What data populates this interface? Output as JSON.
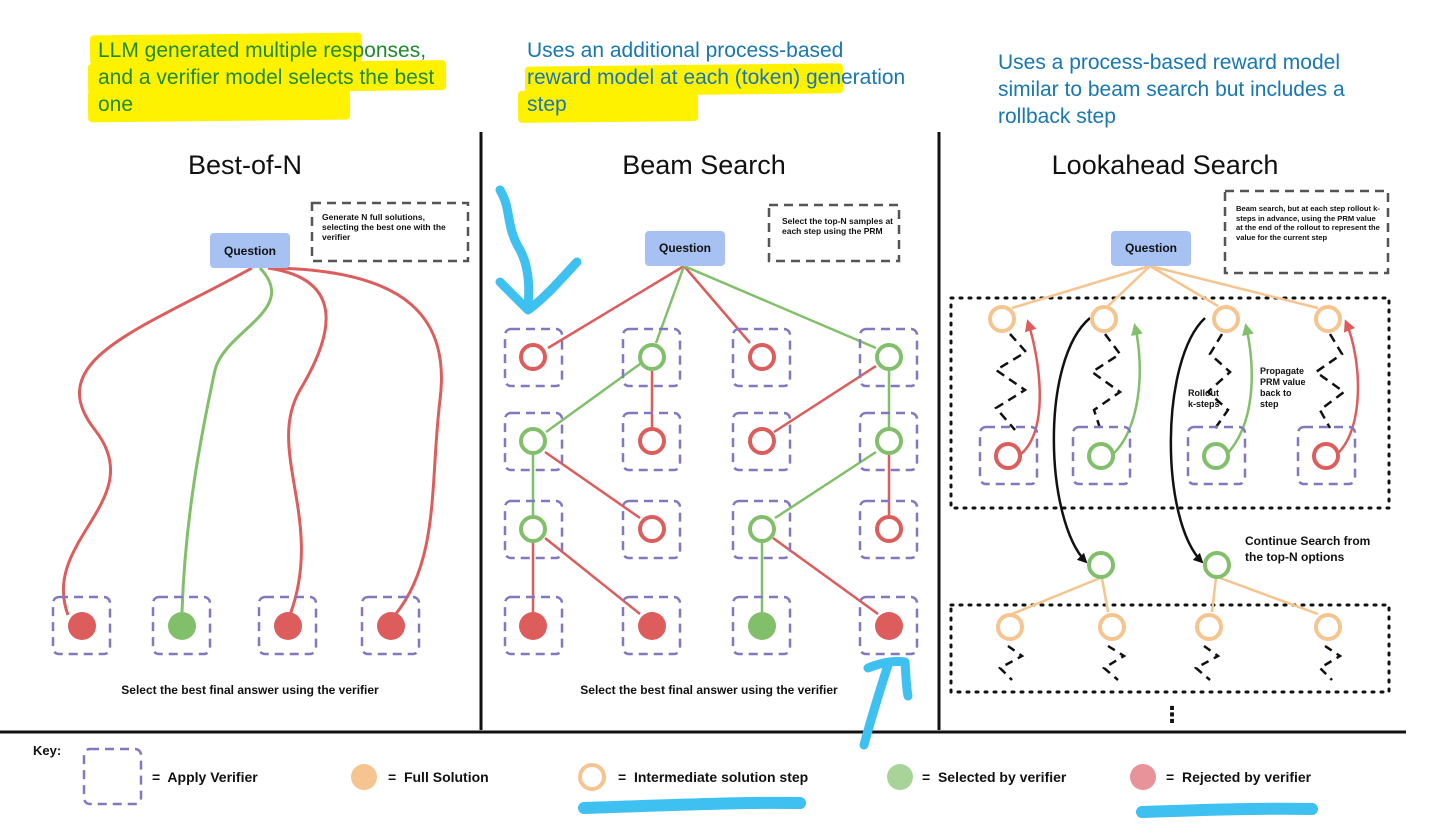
{
  "annotations": {
    "best_of_n_note": "LLM generated multiple responses, and a verifier model selects the best one",
    "beam_note": "Uses an additional process-based reward model at each (token) generation step",
    "lookahead_note": "Uses a process-based reward model similar to beam search but includes a rollback step"
  },
  "panels": {
    "best_of_n": {
      "title": "Best-of-N",
      "question": "Question",
      "note": "Generate N full solutions, selecting the best one with the verifier",
      "footer": "Select the best final answer using the verifier"
    },
    "beam_search": {
      "title": "Beam Search",
      "question": "Question",
      "note": "Select the top-N samples at each step using the PRM",
      "footer": "Select the best final answer using the verifier"
    },
    "lookahead": {
      "title": "Lookahead Search",
      "question": "Question",
      "note": "Beam search, but at each step rollout k-steps in advance, using the PRM value at the end of the rollout to represent the value for the current step",
      "rollout_label": "Rollout k-steps",
      "propagate_label": "Propagate PRM value back to step",
      "continue_label": "Continue Search from the top-N options",
      "ellipsis": "⋮"
    }
  },
  "key": {
    "title": "Key:",
    "items": [
      {
        "label": "=  Apply Verifier"
      },
      {
        "label": "=  Full Solution"
      },
      {
        "label": "=  Intermediate solution step"
      },
      {
        "label": "=  Selected by verifier"
      },
      {
        "label": "=  Rejected by verifier"
      }
    ]
  },
  "colors": {
    "green": "#82bf6a",
    "red": "#dd5c5c",
    "orange": "#f6c48f",
    "question": "#a6c1f2",
    "verifier_box": "#8378bd",
    "highlight": "#fff200",
    "marker": "#3ec0f0",
    "annotation_green": "#1e8a2c",
    "annotation_blue": "#1877b0"
  }
}
